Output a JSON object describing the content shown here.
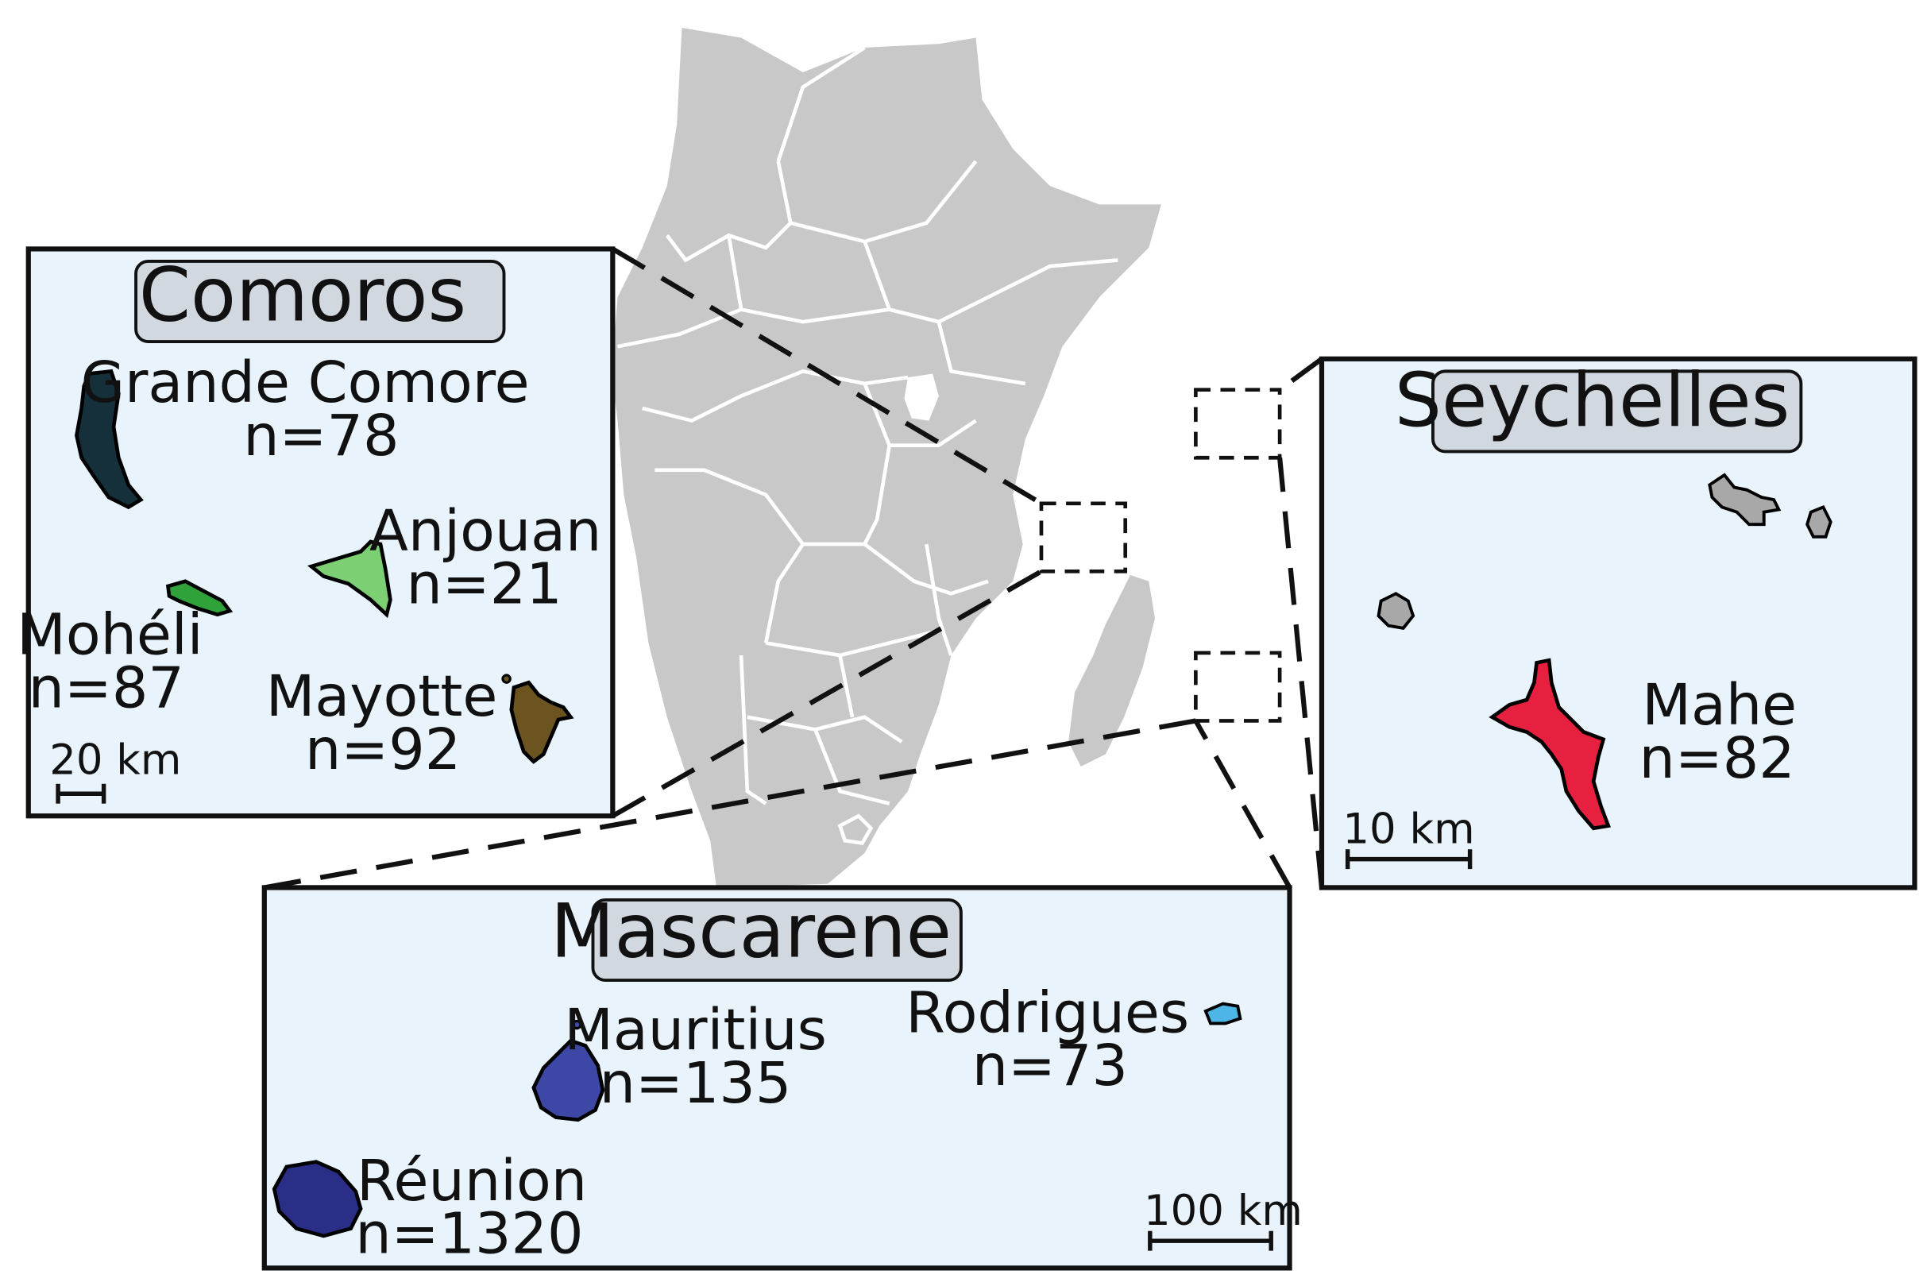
{
  "colors": {
    "land": "#c8c8c8",
    "border": "#ffffff",
    "inset_bg": "#e8f3fc",
    "title_bg": "#d2d8e0",
    "grande_comore": "#15303a",
    "moheli": "#2fa33a",
    "anjouan": "#7ccf72",
    "mayotte": "#6b5420",
    "seychelles_other": "#a8a8a8",
    "mahe": "#e8203f",
    "mauritius": "#3d48a6",
    "reunion": "#2b2e86",
    "rodrigues": "#4eb6e6"
  },
  "comoros": {
    "title": "Comoros",
    "grande_comore": {
      "name": "Grande Comore",
      "n": "n=78"
    },
    "anjouan": {
      "name": "Anjouan",
      "n": "n=21"
    },
    "moheli": {
      "name": "Mohéli",
      "n": "n=87"
    },
    "mayotte": {
      "name": "Mayotte",
      "n": "n=92"
    },
    "scale": "20 km"
  },
  "seychelles": {
    "title": "Seychelles",
    "mahe": {
      "name": "Mahe",
      "n": "n=82"
    },
    "scale": "10 km"
  },
  "mascarene": {
    "title": "Mascarene",
    "mauritius": {
      "name": "Mauritius",
      "n": "n=135"
    },
    "rodrigues": {
      "name": "Rodrigues",
      "n": "n=73"
    },
    "reunion": {
      "name": "Réunion",
      "n": "n=1320"
    },
    "scale": "100 km"
  }
}
